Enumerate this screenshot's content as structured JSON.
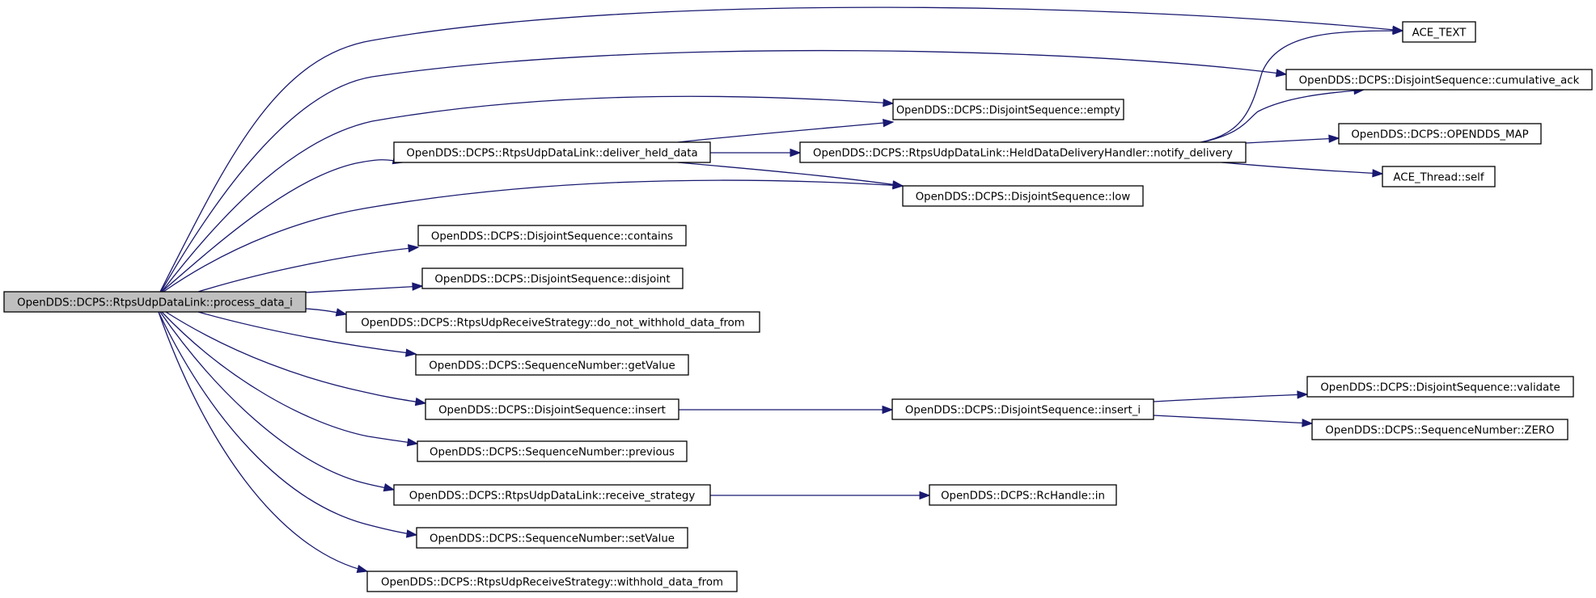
{
  "diagram": {
    "nodes": [
      {
        "id": "process_data_i",
        "label": "OpenDDS::DCPS::RtpsUdpDataLink::process_data_i",
        "root": true
      },
      {
        "id": "ace_text",
        "label": "ACE_TEXT"
      },
      {
        "id": "cumulative_ack",
        "label": "OpenDDS::DCPS::DisjointSequence::cumulative_ack"
      },
      {
        "id": "empty",
        "label": "OpenDDS::DCPS::DisjointSequence::empty"
      },
      {
        "id": "deliver_held_data",
        "label": "OpenDDS::DCPS::RtpsUdpDataLink::deliver_held_data"
      },
      {
        "id": "notify_delivery",
        "label": "OpenDDS::DCPS::RtpsUdpDataLink::HeldDataDeliveryHandler::notify_delivery"
      },
      {
        "id": "opendds_map",
        "label": "OpenDDS::DCPS::OPENDDS_MAP"
      },
      {
        "id": "ace_thread_self",
        "label": "ACE_Thread::self"
      },
      {
        "id": "low",
        "label": "OpenDDS::DCPS::DisjointSequence::low"
      },
      {
        "id": "contains",
        "label": "OpenDDS::DCPS::DisjointSequence::contains"
      },
      {
        "id": "disjoint",
        "label": "OpenDDS::DCPS::DisjointSequence::disjoint"
      },
      {
        "id": "do_not_withhold",
        "label": "OpenDDS::DCPS::RtpsUdpReceiveStrategy::do_not_withhold_data_from"
      },
      {
        "id": "getvalue",
        "label": "OpenDDS::DCPS::SequenceNumber::getValue"
      },
      {
        "id": "insert",
        "label": "OpenDDS::DCPS::DisjointSequence::insert"
      },
      {
        "id": "insert_i",
        "label": "OpenDDS::DCPS::DisjointSequence::insert_i"
      },
      {
        "id": "validate",
        "label": "OpenDDS::DCPS::DisjointSequence::validate"
      },
      {
        "id": "zero",
        "label": "OpenDDS::DCPS::SequenceNumber::ZERO"
      },
      {
        "id": "previous",
        "label": "OpenDDS::DCPS::SequenceNumber::previous"
      },
      {
        "id": "receive_strategy",
        "label": "OpenDDS::DCPS::RtpsUdpDataLink::receive_strategy"
      },
      {
        "id": "rchandle_in",
        "label": "OpenDDS::DCPS::RcHandle::in"
      },
      {
        "id": "setvalue",
        "label": "OpenDDS::DCPS::SequenceNumber::setValue"
      },
      {
        "id": "withhold",
        "label": "OpenDDS::DCPS::RtpsUdpReceiveStrategy::withhold_data_from"
      }
    ],
    "edges": [
      {
        "from": "process_data_i",
        "to": "ace_text"
      },
      {
        "from": "process_data_i",
        "to": "cumulative_ack"
      },
      {
        "from": "process_data_i",
        "to": "empty"
      },
      {
        "from": "process_data_i",
        "to": "deliver_held_data"
      },
      {
        "from": "process_data_i",
        "to": "low"
      },
      {
        "from": "process_data_i",
        "to": "contains"
      },
      {
        "from": "process_data_i",
        "to": "disjoint"
      },
      {
        "from": "process_data_i",
        "to": "do_not_withhold"
      },
      {
        "from": "process_data_i",
        "to": "getvalue"
      },
      {
        "from": "process_data_i",
        "to": "insert"
      },
      {
        "from": "process_data_i",
        "to": "previous"
      },
      {
        "from": "process_data_i",
        "to": "receive_strategy"
      },
      {
        "from": "process_data_i",
        "to": "setvalue"
      },
      {
        "from": "process_data_i",
        "to": "withhold"
      },
      {
        "from": "deliver_held_data",
        "to": "empty"
      },
      {
        "from": "deliver_held_data",
        "to": "notify_delivery"
      },
      {
        "from": "deliver_held_data",
        "to": "low"
      },
      {
        "from": "notify_delivery",
        "to": "ace_text"
      },
      {
        "from": "notify_delivery",
        "to": "cumulative_ack"
      },
      {
        "from": "notify_delivery",
        "to": "opendds_map"
      },
      {
        "from": "notify_delivery",
        "to": "ace_thread_self"
      },
      {
        "from": "insert",
        "to": "insert_i"
      },
      {
        "from": "insert_i",
        "to": "validate"
      },
      {
        "from": "insert_i",
        "to": "zero"
      },
      {
        "from": "receive_strategy",
        "to": "rchandle_in"
      }
    ]
  }
}
